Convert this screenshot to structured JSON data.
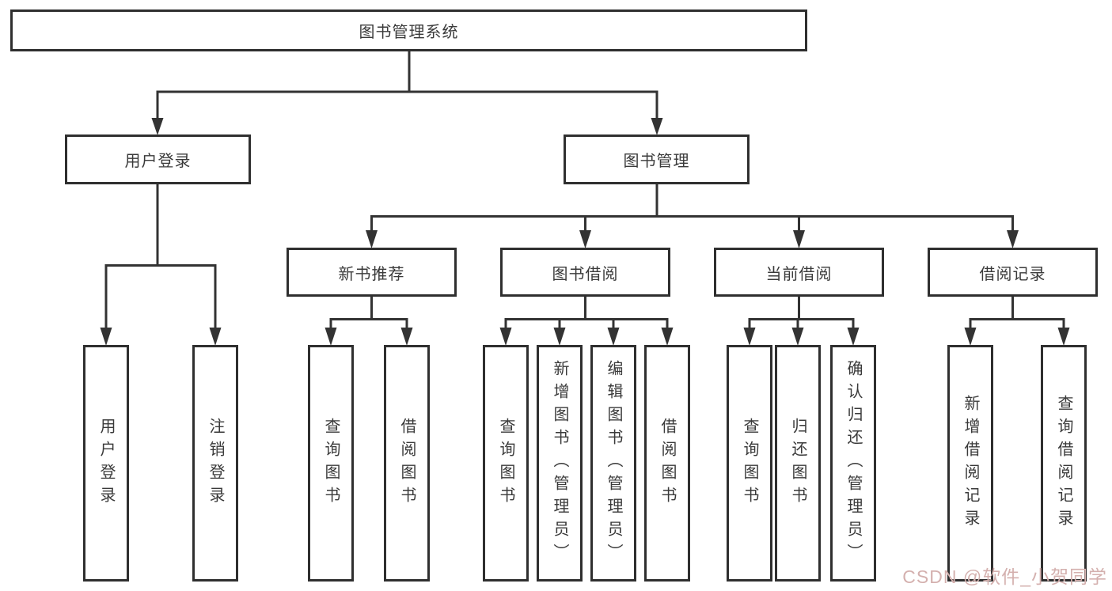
{
  "diagram_type": "hierarchy-tree",
  "colors": {
    "line": "#333333",
    "box_border": "#2f2f2f",
    "text": "#3a3a3a",
    "background": "#ffffff",
    "watermark": "#d4b0ae"
  },
  "tree": {
    "label": "图书管理系统",
    "children": [
      {
        "label": "用户登录",
        "children": [
          {
            "label": "用户登录"
          },
          {
            "label": "注销登录"
          }
        ]
      },
      {
        "label": "图书管理",
        "children": [
          {
            "label": "新书推荐",
            "children": [
              {
                "label": "查询图书"
              },
              {
                "label": "借阅图书"
              }
            ]
          },
          {
            "label": "图书借阅",
            "children": [
              {
                "label": "查询图书"
              },
              {
                "label": "新增图书（管理员）"
              },
              {
                "label": "编辑图书（管理员）"
              },
              {
                "label": "借阅图书"
              }
            ]
          },
          {
            "label": "当前借阅",
            "children": [
              {
                "label": "查询图书"
              },
              {
                "label": "归还图书"
              },
              {
                "label": "确认归还（管理员）"
              }
            ]
          },
          {
            "label": "借阅记录",
            "children": [
              {
                "label": "新增借阅记录"
              },
              {
                "label": "查询借阅记录"
              }
            ]
          }
        ]
      }
    ]
  },
  "watermark": {
    "text": "CSDN @软件_小贺同学"
  }
}
